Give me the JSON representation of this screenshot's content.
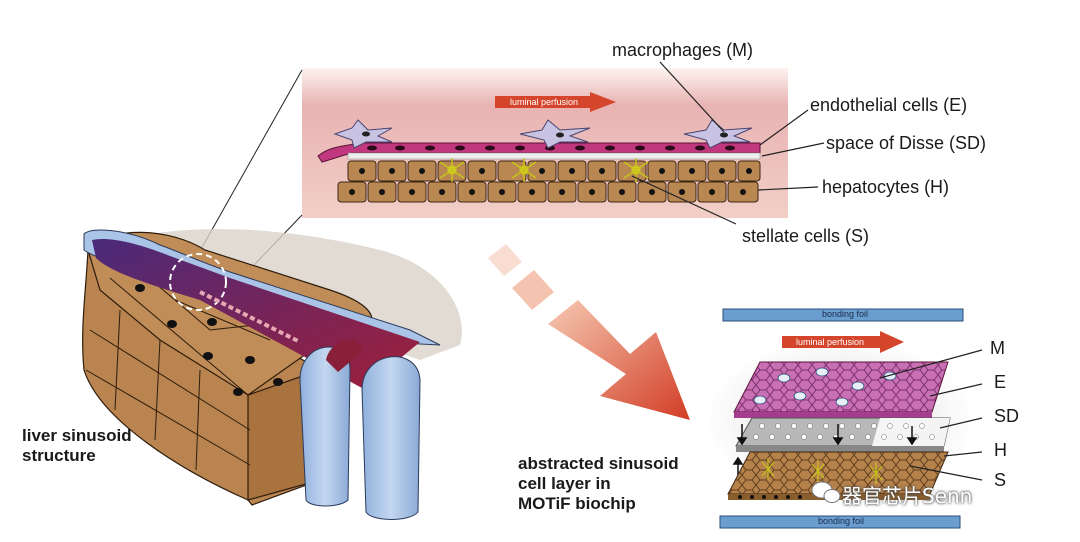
{
  "labels": {
    "macrophages": "macrophages (M)",
    "endothelial": "endothelial cells (E)",
    "disse": "space of Disse (SD)",
    "hepatocytes": "hepatocytes (H)",
    "stellate": "stellate cells (S)",
    "liver_structure_line1": "liver sinusoid",
    "liver_structure_line2": "structure",
    "abstracted_line1": "abstracted sinusoid",
    "abstracted_line2": "cell layer in",
    "abstracted_line3": "MOTiF biochip",
    "luminal_perfusion_top": "luminal perfusion",
    "luminal_perfusion_chip": "luminal perfusion",
    "bonding_foil_top": "bonding foil",
    "bonding_foil_bottom": "bonding foil",
    "letter_m": "M",
    "letter_e": "E",
    "letter_sd": "SD",
    "letter_h": "H",
    "letter_s": "S"
  },
  "watermark": "器官芯片Senn",
  "colors": {
    "lumen_pink": "#e9b5b5",
    "endothelium": "#c2387f",
    "hepatocyte": "#b98752",
    "perfusion_arrow": "#d4452b",
    "foil_blue": "#6a9ed0",
    "vessel_blue": "#a9c4e6"
  }
}
